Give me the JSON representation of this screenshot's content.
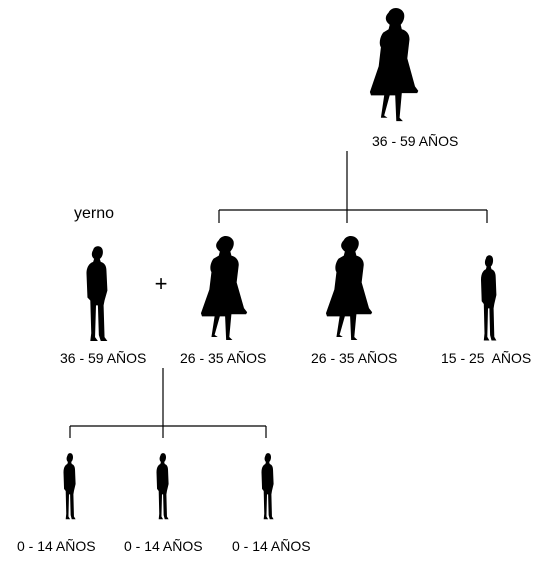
{
  "diagram": {
    "relation_label": "yerno",
    "plus_sign": "+",
    "ages": {
      "grandmother": "36 - 59 AÑOS",
      "son_in_law": "36 - 59 AÑOS",
      "daughter_1": "26 - 35 AÑOS",
      "daughter_2": "26 - 35 AÑOS",
      "son": "15 - 25  AÑOS",
      "child_1": "0 - 14 AÑOS",
      "child_2": "0 - 14 AÑOS",
      "child_3": "0 - 14 AÑOS"
    }
  }
}
